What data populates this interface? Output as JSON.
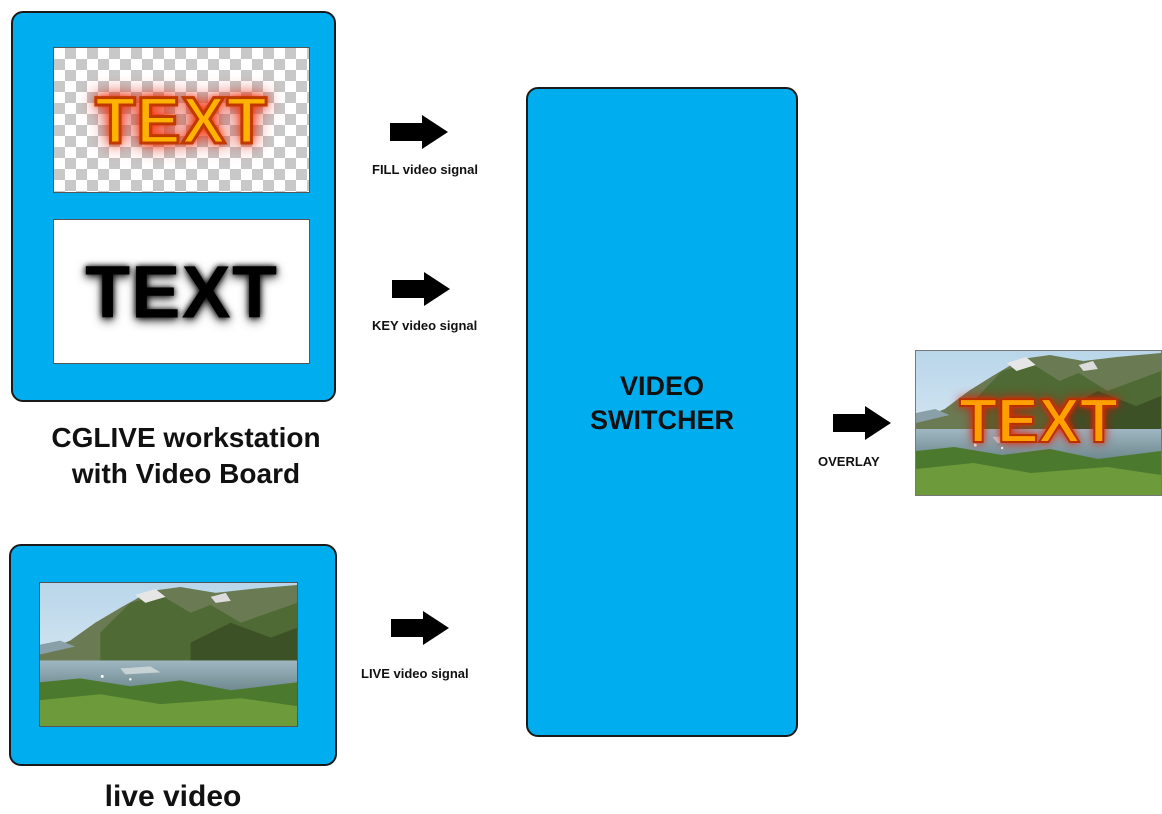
{
  "workstation": {
    "fill_preview_text": "TEXT",
    "key_preview_text": "TEXT",
    "caption_line1": "CGLIVE workstation",
    "caption_line2": "with Video Board"
  },
  "live_source": {
    "caption": "live video"
  },
  "signals": {
    "fill_label": "FILL video signal",
    "key_label": "KEY video signal",
    "live_label": "LIVE video signal",
    "overlay_label": "OVERLAY"
  },
  "switcher": {
    "title_line1": "VIDEO",
    "title_line2": "SWITCHER"
  },
  "output": {
    "overlay_text": "TEXT"
  },
  "colors": {
    "panel_blue": "#00aeef",
    "border": "#1a1a1a",
    "arrow": "#000000",
    "fill_text": "#ffb300"
  },
  "icons": [
    "arrow-right-icon"
  ]
}
